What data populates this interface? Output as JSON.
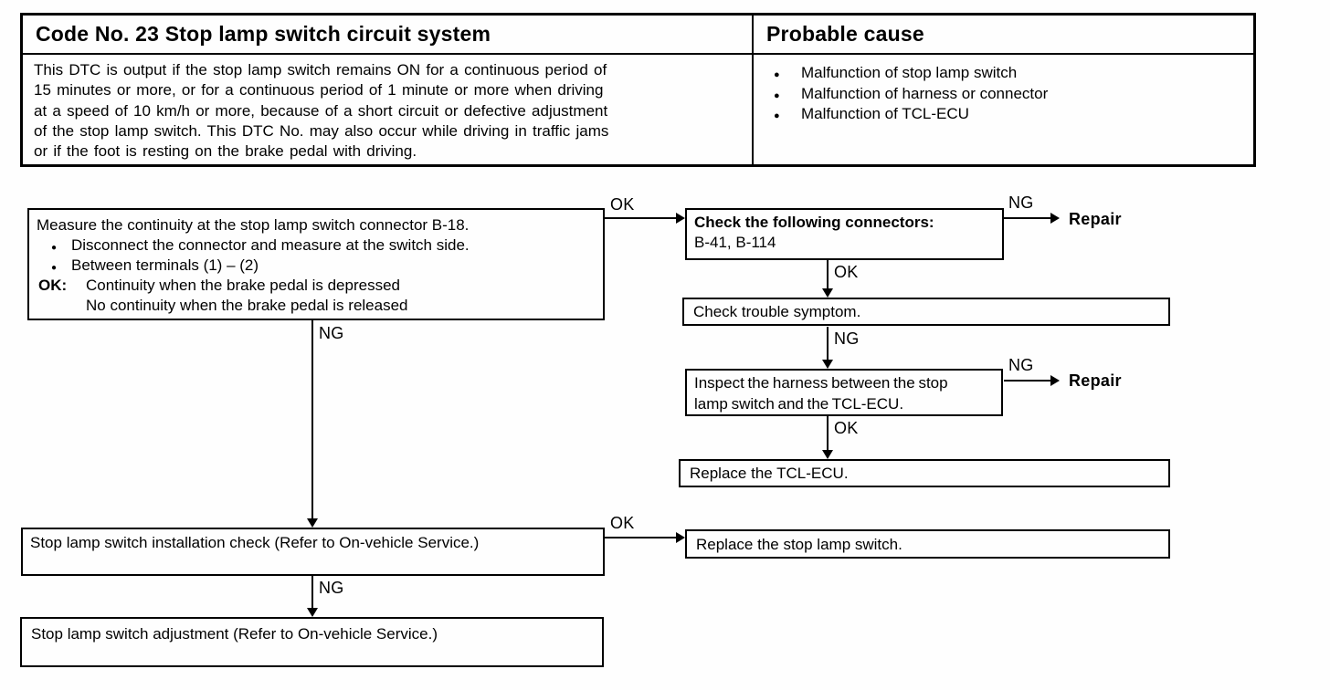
{
  "header_table": {
    "title": "Code No. 23 Stop lamp switch circuit system",
    "probable_cause_label": "Probable cause",
    "description_lines": [
      "This DTC is output if the stop lamp switch remains ON for a continuous period of",
      "15 minutes or more, or for a continuous period of 1 minute or more when driving",
      "at a speed of 10 km/h or more, because of a short circuit or defective adjustment",
      "of the stop lamp switch. This DTC No. may also occur while driving in traffic jams",
      "or if the foot is resting on the brake pedal with driving."
    ],
    "causes": [
      "Malfunction of stop lamp switch",
      "Malfunction of harness or connector",
      "Malfunction of TCL-ECU"
    ]
  },
  "flowchart": {
    "measure_box": {
      "title": "Measure the continuity at the stop lamp switch connector B-18.",
      "bullets": [
        "Disconnect the connector and measure at the switch side.",
        "Between terminals (1) – (2)"
      ],
      "ok_prefix": "OK:",
      "ok_line1": "Continuity when the brake pedal is depressed",
      "ok_line2": "No continuity when the brake pedal is released"
    },
    "check_connectors_box": {
      "title": "Check the following connectors:",
      "detail": "B-41, B-114"
    },
    "check_symptom_box": "Check trouble symptom.",
    "inspect_harness_box": {
      "line1": "Inspect the harness between the stop",
      "line2": "lamp switch and the TCL-ECU."
    },
    "replace_ecu_box": "Replace the TCL-ECU.",
    "installation_box": "Stop lamp switch installation check (Refer to On-vehicle Service.)",
    "replace_switch_box": "Replace the stop lamp switch.",
    "adjustment_box": "Stop lamp switch adjustment (Refer to On-vehicle Service.)",
    "labels": {
      "ok": "OK",
      "ng": "NG",
      "repair": "Repair"
    }
  }
}
